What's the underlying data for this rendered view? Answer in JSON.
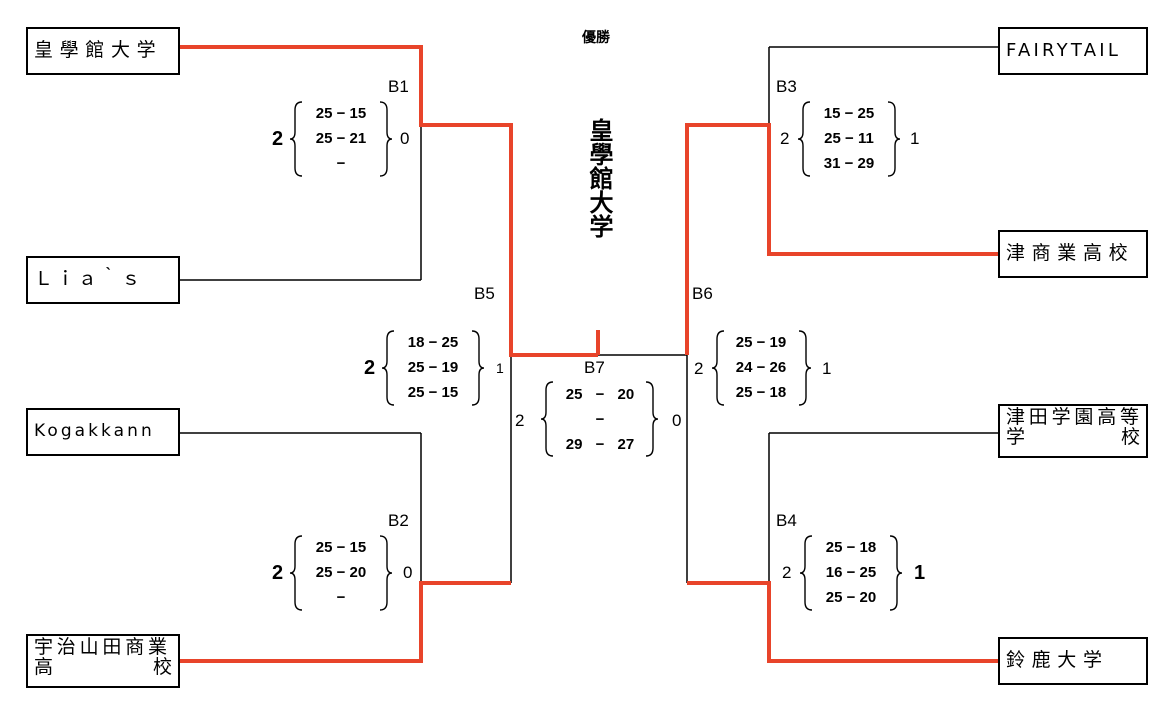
{
  "title": "優勝",
  "champion": "皇學館大学",
  "teams": {
    "kogakkan_univ": "皇學館大学",
    "lias": "Ｌｉａ｀ｓ",
    "kogakkann": "Kogakkann",
    "uji_l1": "宇治山田商業",
    "uji_l2a": "高",
    "uji_l2b": "校",
    "fairytail": "FAIRYTAIL",
    "tsu_shogyo": "津商業高校",
    "tsuda_l1": "津田学園高等",
    "tsuda_l2a": "学",
    "tsuda_l2b": "校",
    "suzuka": "鈴鹿大学"
  },
  "matches": {
    "B1": {
      "label": "B1",
      "left": "2",
      "right": "0",
      "s1": "25 − 15",
      "s2": "25 − 21",
      "s3": "−"
    },
    "B2": {
      "label": "B2",
      "left": "2",
      "right": "0",
      "s1": "25 − 15",
      "s2": "25 − 20",
      "s3": "−"
    },
    "B3": {
      "label": "B3",
      "left": "2",
      "right": "1",
      "s1": "15 − 25",
      "s2": "25 − 11",
      "s3": "31 − 29"
    },
    "B4": {
      "label": "B4",
      "left": "2",
      "right": "1",
      "s1": "25 − 18",
      "s2": "16 − 25",
      "s3": "25 − 20"
    },
    "B5": {
      "label": "B5",
      "left": "2",
      "right": "1",
      "s1": "18 − 25",
      "s2": "25 − 19",
      "s3": "25 − 15"
    },
    "B6": {
      "label": "B6",
      "left": "2",
      "right": "1",
      "s1": "25 − 19",
      "s2": "24 − 26",
      "s3": "25 − 18"
    },
    "B7": {
      "label": "B7",
      "left": "2",
      "right": "0",
      "s1": "25 − 20",
      "s2": "−",
      "s3": "29 − 27"
    }
  },
  "colors": {
    "winner_line": "#e8442a",
    "bracket_line": "#000000"
  }
}
